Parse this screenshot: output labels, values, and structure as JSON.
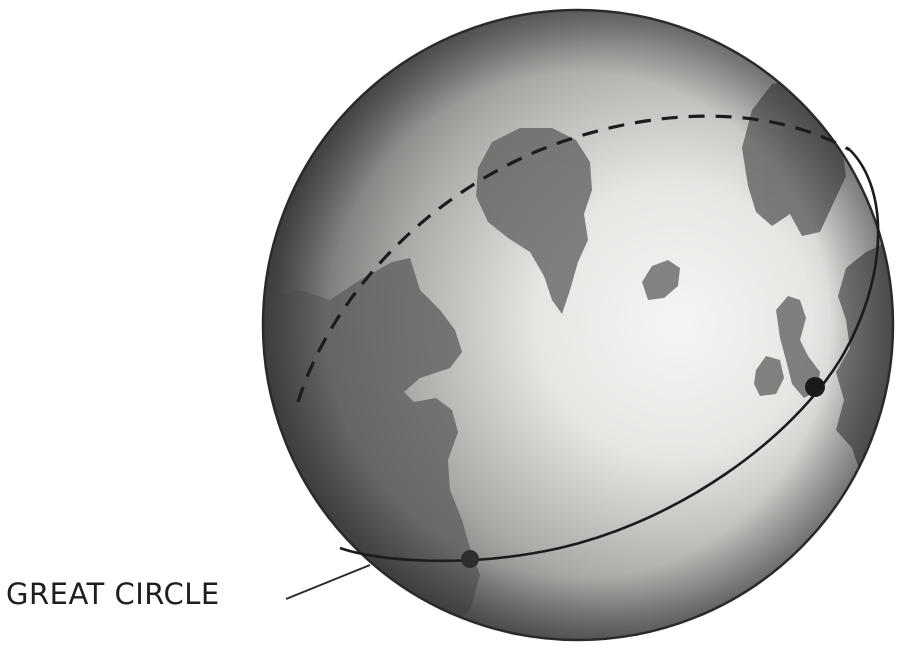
{
  "diagram": {
    "callout_label": "GREAT CIRCLE",
    "colors": {
      "globe_light": "#f4f4f2",
      "globe_mid": "#b9b9b6",
      "globe_dark": "#5d5d5b",
      "landmass": "#6e6e6c",
      "great_circle_line": "#1c1c1c",
      "outline": "#2a2a2a"
    },
    "elements": {
      "globe": "globe",
      "great_circle": "great-circle-line",
      "points": [
        "point-marker-right",
        "point-marker-left"
      ],
      "leader_line": "callout-leader-line"
    }
  }
}
